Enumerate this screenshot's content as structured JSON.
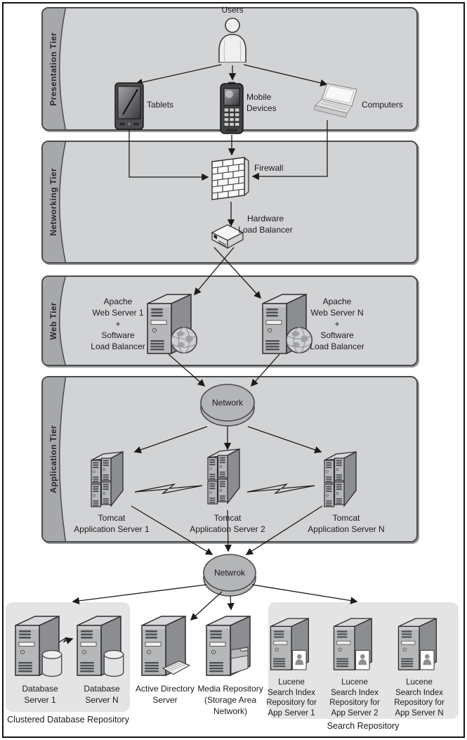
{
  "colors": {
    "panel_fill": "#d2d3d5",
    "band_fill": "#a7a8aa",
    "panel_border": "#4a4b4d",
    "ellipse_fill": "#b4b5b7",
    "group_fill": "#e4e4e5",
    "line": "#1a1a1a",
    "text": "#1a1a1c",
    "canvas": "#ffffff"
  },
  "tiers": [
    {
      "label": "Presentation Tier"
    },
    {
      "label": "Networking Tier"
    },
    {
      "label": "Web Tier"
    },
    {
      "label": "Application Tier"
    }
  ],
  "presentation": {
    "users": "Users",
    "tablets": "Tablets",
    "mobile": [
      "Mobile",
      "Devices"
    ],
    "computers": "Computers"
  },
  "networking": {
    "firewall": "Firewall",
    "load_balancer": [
      "Hardware",
      "Load Balancer"
    ]
  },
  "web": {
    "server1": [
      "Apache",
      "Web Server 1",
      "+",
      "Software",
      "Load Balancer"
    ],
    "serverN": [
      "Apache",
      "Web Server N",
      "+",
      "Software",
      "Load Balancer"
    ]
  },
  "application": {
    "network": "Network",
    "tomcat1": [
      "Tomcat",
      "Application Server 1"
    ],
    "tomcat2": [
      "Tomcat",
      "Application Server 2"
    ],
    "tomcatN": [
      "Tomcat",
      "Application Server N"
    ]
  },
  "storage": {
    "network": "Netwrok",
    "database1": [
      "Database",
      "Server 1"
    ],
    "databaseN": [
      "Database",
      "Server N"
    ],
    "active_directory": [
      "Active Directory",
      "Server"
    ],
    "media": [
      "Media Repository",
      "(Storage Area",
      "Network)"
    ],
    "lucene1": [
      "Lucene",
      "Search Index",
      "Repository for",
      "App Server 1"
    ],
    "lucene2": [
      "Lucene",
      "Search Index",
      "Repository for",
      "App Server 2"
    ],
    "luceneN": [
      "Lucene",
      "Search Index",
      "Repository for",
      "App Server N"
    ],
    "group_database": "Clustered Database Repository",
    "group_search": "Search Repository"
  }
}
